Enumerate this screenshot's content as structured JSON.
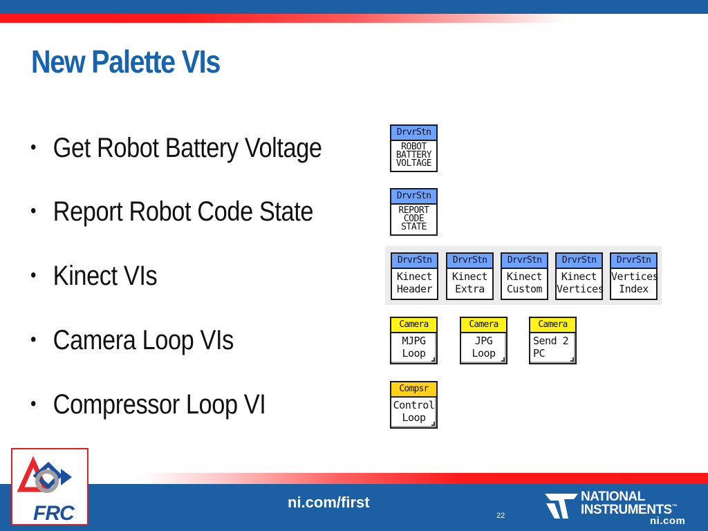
{
  "slide": {
    "title": "New Palette VIs",
    "page_number": "22",
    "footer_url": "ni.com/first"
  },
  "bullets": [
    {
      "bullet": "•",
      "text": "Get Robot Battery Voltage"
    },
    {
      "bullet": "•",
      "text": "Report Robot Code State"
    },
    {
      "bullet": "•",
      "text": "Kinect VIs"
    },
    {
      "bullet": "•",
      "text": "Camera Loop VIs"
    },
    {
      "bullet": "•",
      "text": "Compressor Loop VI"
    }
  ],
  "icons": {
    "battery": {
      "header": "DrvrStn",
      "body": "ROBOT\nBATTERY\nVOLTAGE"
    },
    "code_state": {
      "header": "DrvrStn",
      "body": "REPORT\nCODE\nSTATE"
    },
    "kinect": [
      {
        "header": "DrvrStn",
        "body": "Kinect\nHeader"
      },
      {
        "header": "DrvrStn",
        "body": "Kinect\nExtra"
      },
      {
        "header": "DrvrStn",
        "body": "Kinect\nCustom"
      },
      {
        "header": "DrvrStn",
        "body": "Kinect\nVertices"
      },
      {
        "header": "DrvrStn",
        "body": "Vertices\nIndex"
      }
    ],
    "camera": [
      {
        "header": "Camera",
        "body": "MJPG\nLoop"
      },
      {
        "header": "Camera",
        "body": "JPG\nLoop"
      },
      {
        "header": "Camera",
        "body": "Send 2\nPC"
      }
    ],
    "compressor": {
      "header": "Compsr",
      "body": "Control\nLoop"
    }
  },
  "logos": {
    "frc": "FRC",
    "ni_line1": "NATIONAL",
    "ni_line2": "INSTRUMENTS",
    "ni_trademark": "™",
    "ni_domain": "ni.com"
  },
  "colors": {
    "title_blue": "#1763ad",
    "band_blue": "#1c5fa3",
    "stripe_red": "#ff1616",
    "icon_header_blue": "#6fa2ff",
    "icon_header_yellow": "#fff21a",
    "icon_header_orange": "#ffd119"
  }
}
